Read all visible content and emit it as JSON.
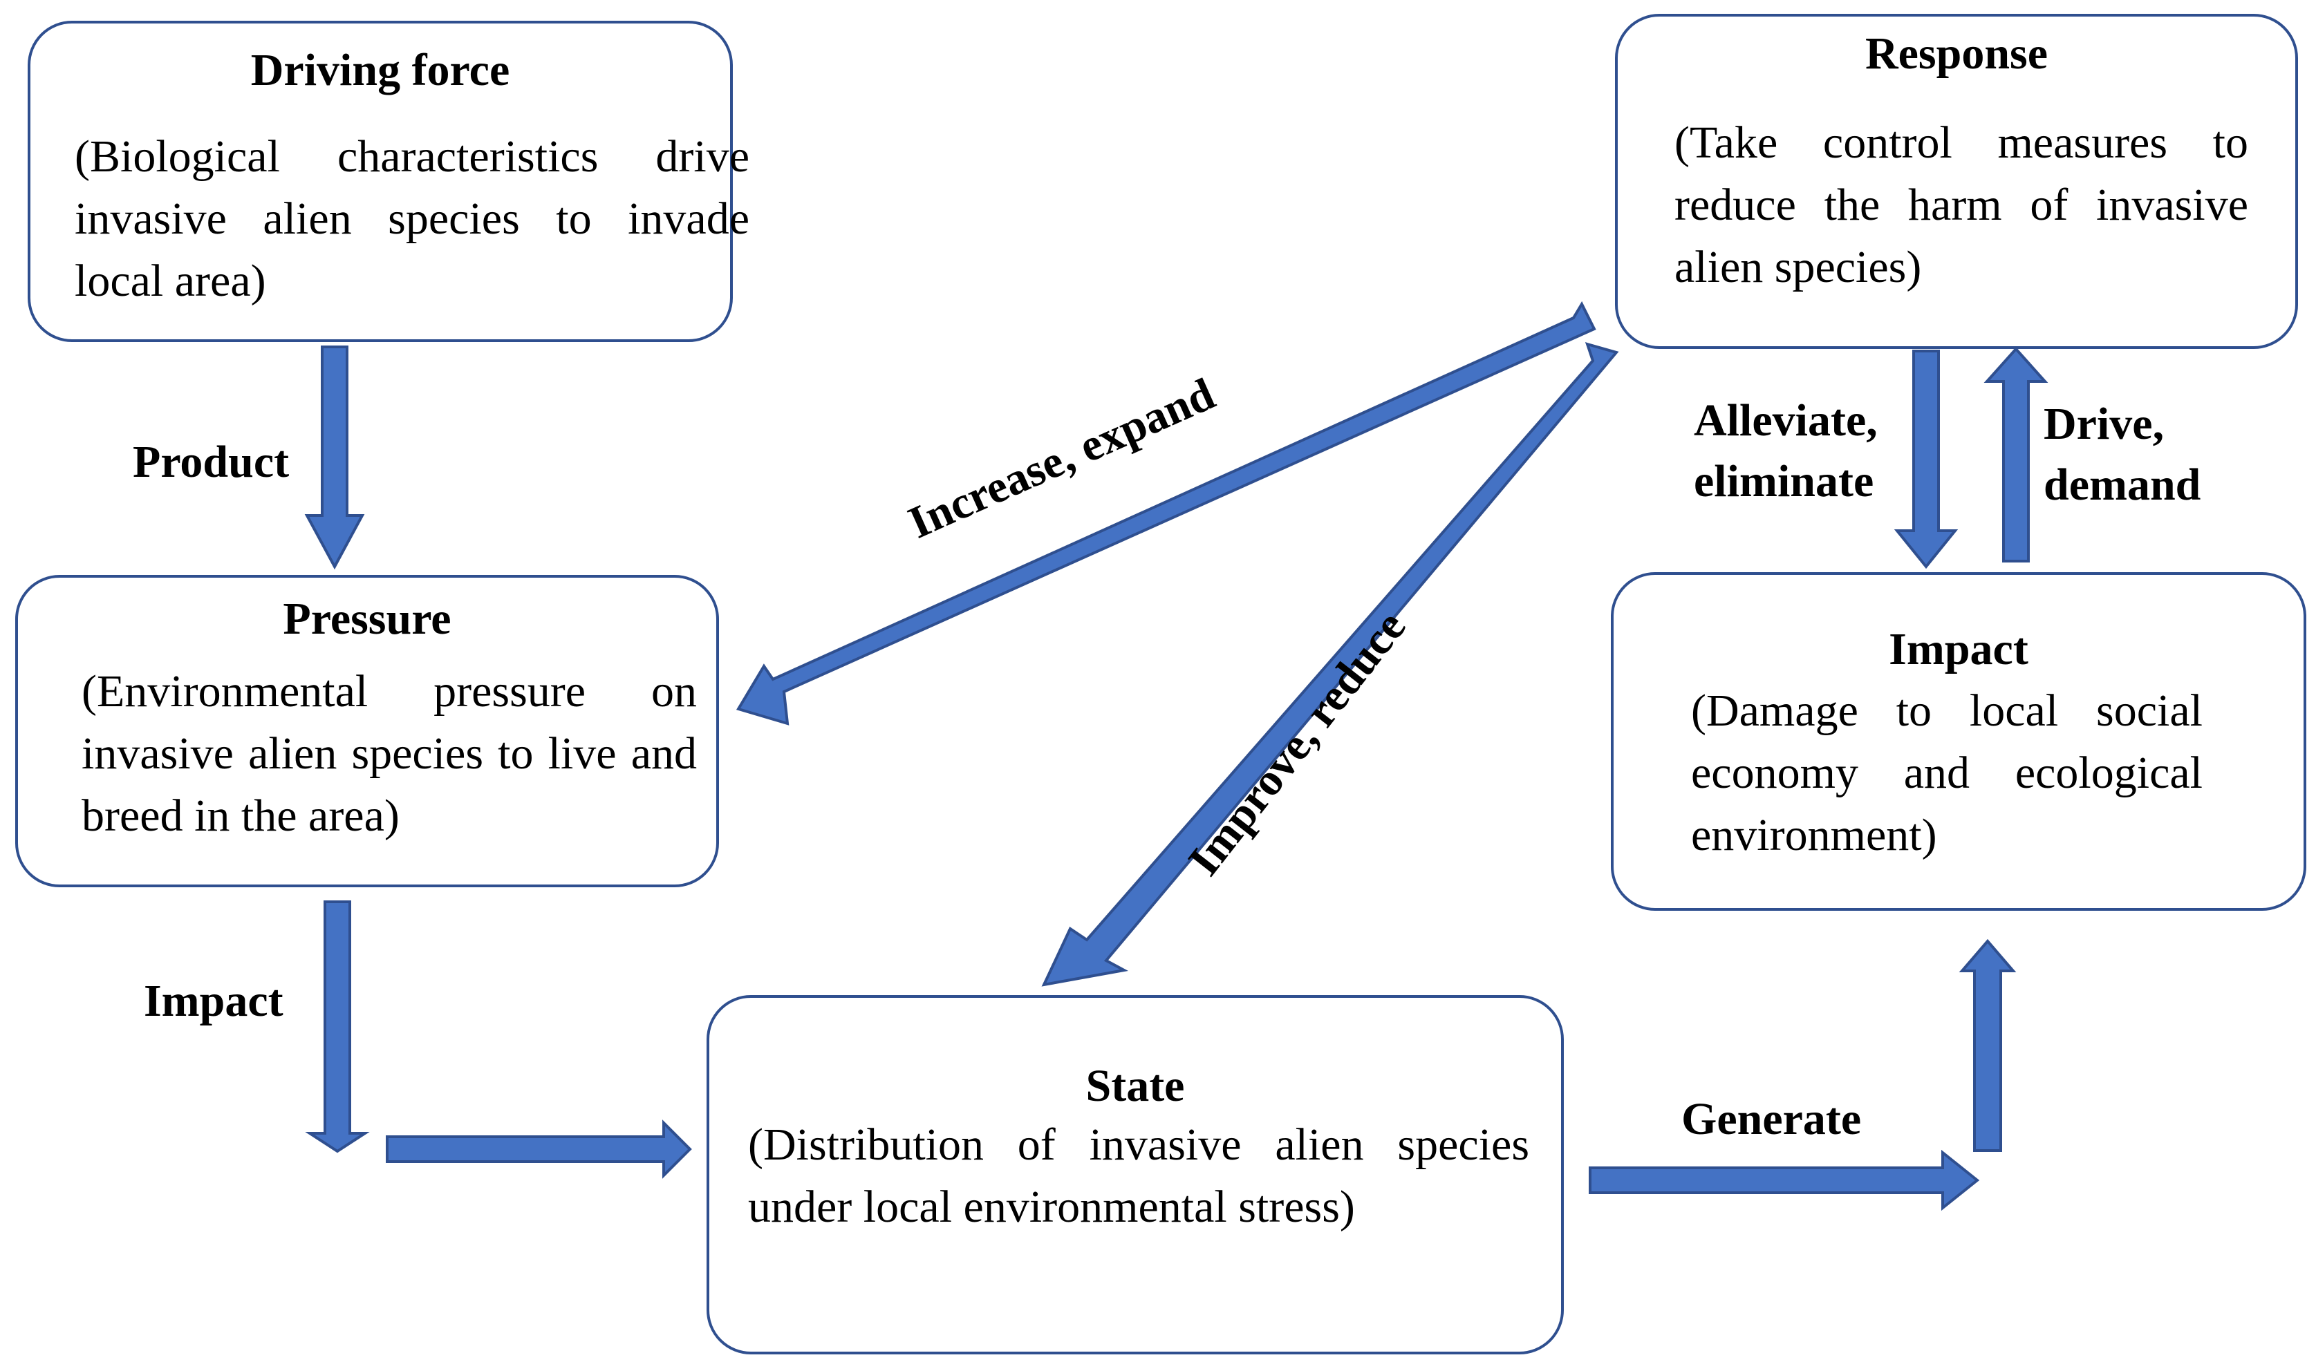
{
  "colors": {
    "arrow_fill": "#4472c4",
    "arrow_stroke": "#2f4f8f",
    "box_border": "#2f4f8f",
    "text": "#000000"
  },
  "nodes": {
    "driving_force": {
      "title": "Driving force",
      "body": "(Biological characteristics drive invasive alien species to invade local area)"
    },
    "pressure": {
      "title": "Pressure",
      "body": "(Environmental pressure on invasive alien species to live and breed in the area)"
    },
    "state": {
      "title": "State",
      "body": "(Distribution of invasive alien species under local environmental stress)"
    },
    "impact": {
      "title": "Impact",
      "body": "(Damage to local social economy and ecological environment)"
    },
    "response": {
      "title": "Response",
      "body": "(Take control measures to reduce the harm of invasive alien species)"
    }
  },
  "edge_labels": {
    "product": "Product",
    "impact": "Impact",
    "generate": "Generate",
    "increase_expand": "Increase, expand",
    "improve_reduce": "Improve, reduce",
    "alleviate_eliminate": [
      "Alleviate,",
      "eliminate"
    ],
    "drive_demand": [
      "Drive,",
      "demand"
    ]
  }
}
